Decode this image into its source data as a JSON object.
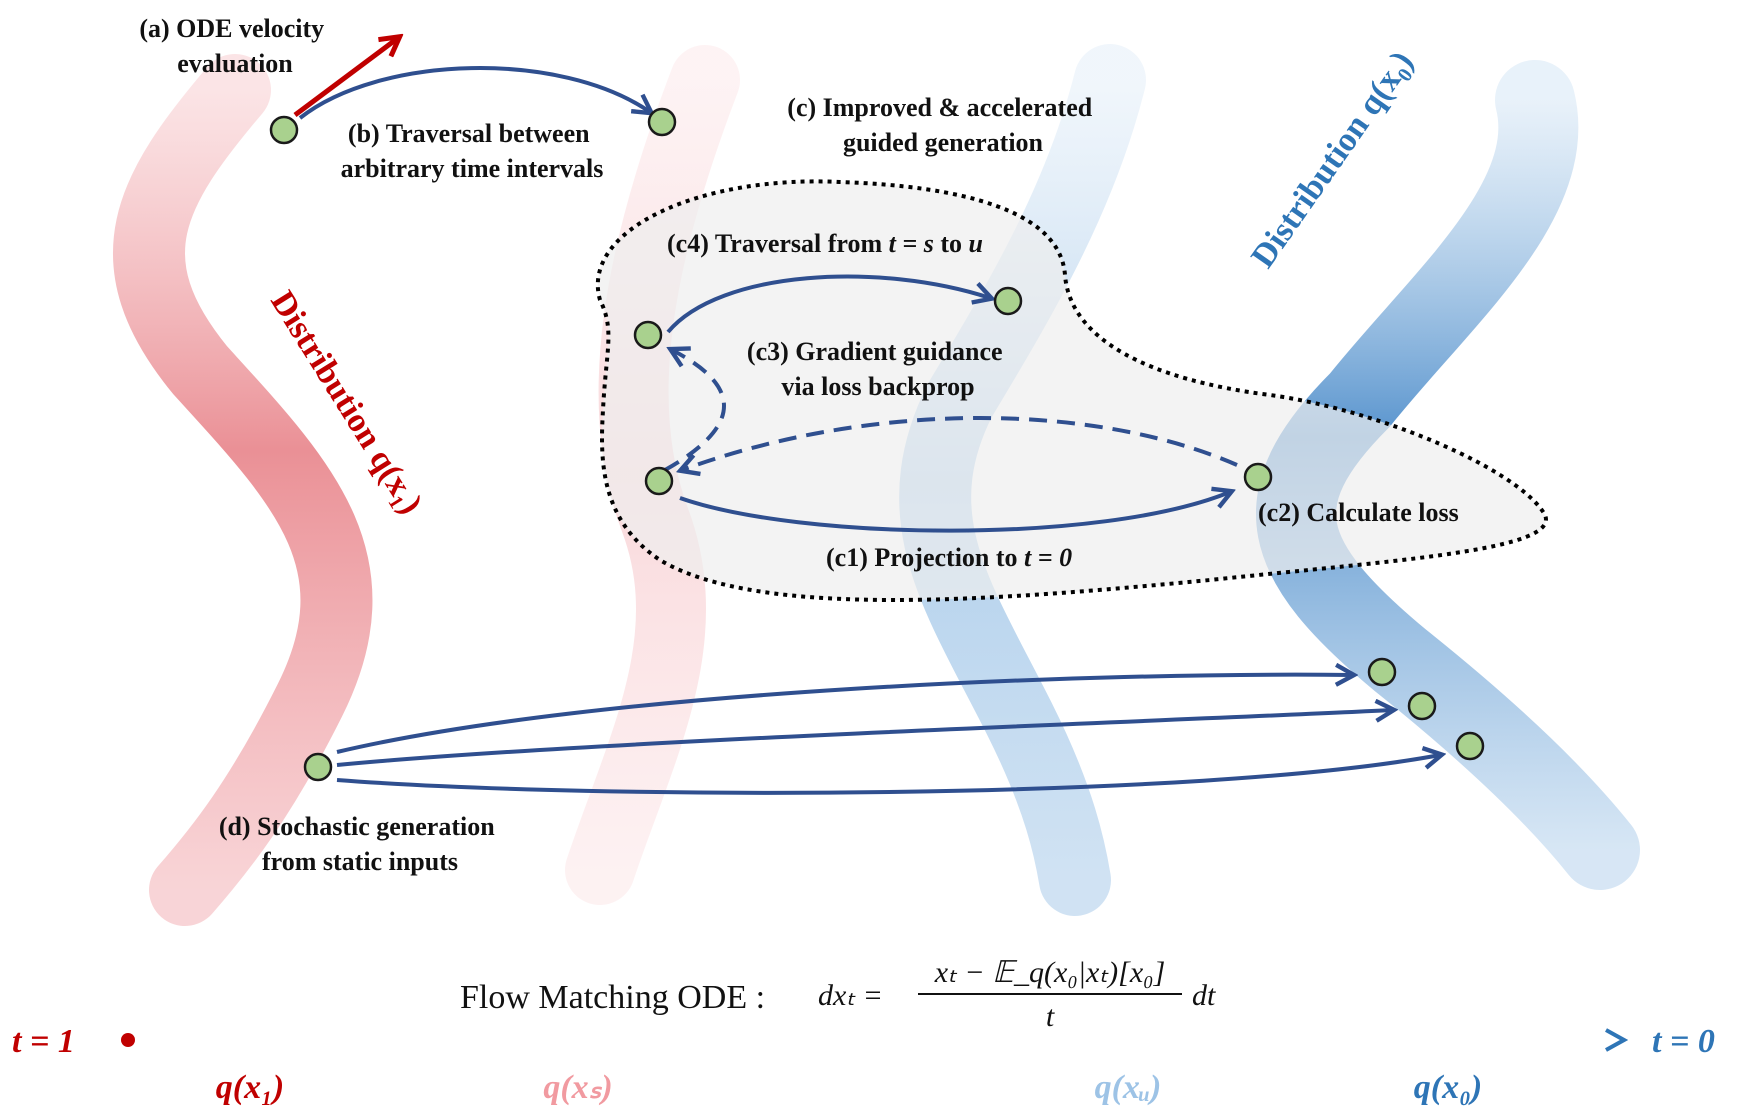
{
  "colors": {
    "red": "#c00000",
    "pink": "#f19aa0",
    "light_blue": "#9dc3e6",
    "blue": "#2e75b6",
    "arrow": "#2f4f8f",
    "node_fill": "#a9d18e"
  },
  "labels": {
    "a_line1": "(a) ODE velocity",
    "a_line2": "evaluation",
    "b_line1": "(b) Traversal between",
    "b_line2": "arbitrary time intervals",
    "c_line1": "(c) Improved & accelerated",
    "c_line2": "guided generation",
    "c4_text": "(c4) Traversal from ",
    "c4_math": "t = s",
    "c4_to": " to ",
    "c4_u": "u",
    "c3_line1": "(c3) Gradient guidance",
    "c3_line2": "via loss backprop",
    "c2": "(c2) Calculate loss",
    "c1_text": "(c1) Projection to ",
    "c1_math": "t = 0",
    "d_line1": "(d) Stochastic generation",
    "d_line2": "from static inputs"
  },
  "distributions": {
    "x1": "Distribution q(x₁)",
    "x0": "Distribution q(x₀)"
  },
  "axis": {
    "left": "t = 1",
    "right": "t = 0",
    "q1": "q(x₁)",
    "qs": "q(xₛ)",
    "qu": "q(xᵤ)",
    "q0": "q(x₀)"
  },
  "ode": {
    "prefix": "Flow Matching ODE :",
    "lhs": "dxₜ =",
    "numerator": "xₜ − 𝔼_q(x₀|xₜ)[x₀]",
    "denominator": "t",
    "dt": "dt"
  }
}
